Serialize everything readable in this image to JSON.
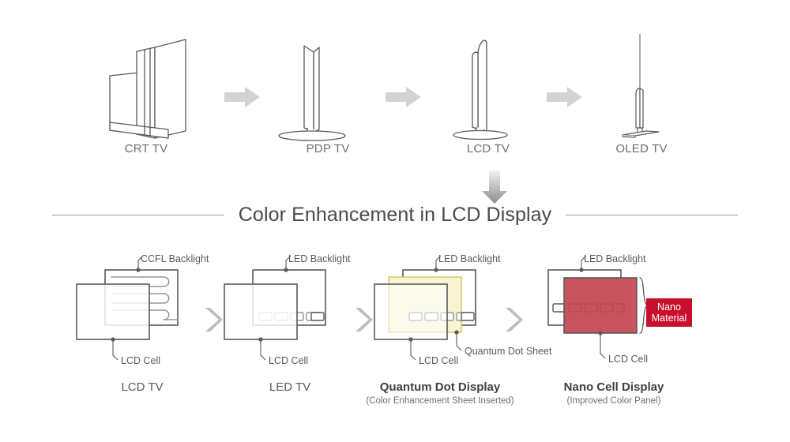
{
  "diagram": {
    "title": "Color Enhancement in LCD Display"
  },
  "evolution": {
    "items": [
      {
        "label": "CRT TV",
        "icon": "crt-tv-icon"
      },
      {
        "label": "PDP TV",
        "icon": "pdp-tv-icon"
      },
      {
        "label": "LCD TV",
        "icon": "lcd-tv-icon"
      },
      {
        "label": "OLED TV",
        "icon": "oled-tv-icon"
      }
    ],
    "arrow_icon": "arrow-right-icon"
  },
  "flow": {
    "down_arrow_icon": "arrow-down-icon",
    "chevron_icon": "chevron-right-icon"
  },
  "panels": [
    {
      "title": "LCD TV",
      "subtitle": "",
      "top_callout": "CCFL Backlight",
      "bottom_callout": "LCD Cell",
      "extra_callout": ""
    },
    {
      "title": "LED TV",
      "subtitle": "",
      "top_callout": "LED Backlight",
      "bottom_callout": "LCD Cell",
      "extra_callout": ""
    },
    {
      "title": "Quantum Dot Display",
      "subtitle": "(Color Enhancement Sheet Inserted)",
      "top_callout": "LED Backlight",
      "bottom_callout": "LCD Cell",
      "extra_callout": "Quantum Dot Sheet"
    },
    {
      "title": "Nano Cell Display",
      "subtitle": "(Improved Color Panel)",
      "top_callout": "LED Backlight",
      "bottom_callout": "LCD Cell",
      "extra_callout": ""
    }
  ],
  "badge": {
    "line1": "Nano",
    "line2": "Material"
  },
  "colors": {
    "outline": "#58595b",
    "outline_light": "#bcbdbf",
    "arrow_gray": "#d2d3d4",
    "chevron_gray": "#bcbdbf",
    "qd_sheet_fill": "#f9f4d2",
    "qd_sheet_stroke": "#d6c96a",
    "nano_panel_fill": "#c9545f",
    "nano_badge_fill": "#c8102e",
    "badge_text": "#ffffff",
    "title_text": "#4a4a4c",
    "label_text": "#6d6e71",
    "rule": "#9a9b9d"
  }
}
